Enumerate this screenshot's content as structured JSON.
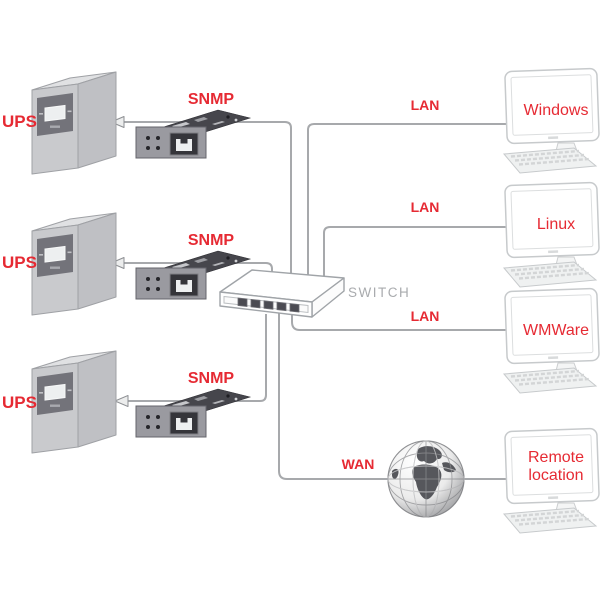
{
  "title": "UPS SNMP network monitoring diagram",
  "colors": {
    "accent": "#e62a33",
    "line": "#a7a9ac",
    "switch_text": "#a9abae"
  },
  "ups_units": [
    {
      "label": "UPS"
    },
    {
      "label": "UPS"
    },
    {
      "label": "UPS"
    }
  ],
  "snmp_cards": [
    {
      "label": "SNMP"
    },
    {
      "label": "SNMP"
    },
    {
      "label": "SNMP"
    }
  ],
  "switch": {
    "label": "SWITCH",
    "ports": 5
  },
  "links": {
    "lan": [
      {
        "label": "LAN"
      },
      {
        "label": "LAN"
      },
      {
        "label": "LAN"
      }
    ],
    "wan": {
      "label": "WAN"
    }
  },
  "computers": [
    {
      "label": "Windows"
    },
    {
      "label": "Linux"
    },
    {
      "label": "WMWare"
    },
    {
      "label": "Remote location"
    }
  ],
  "internet": {
    "icon": "globe-icon"
  }
}
